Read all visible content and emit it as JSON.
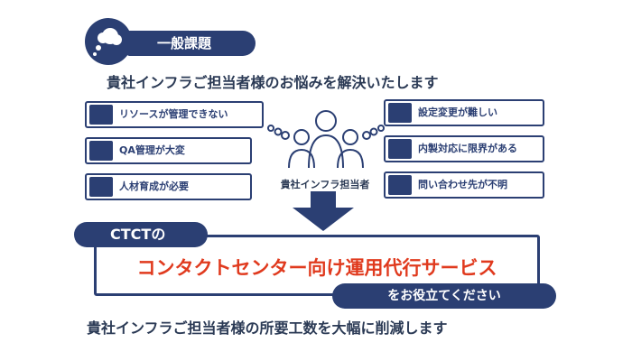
{
  "header": {
    "category_label": "一般課題",
    "headline": "貴社インフラご担当者様のお悩みを解決いたします"
  },
  "issues_left": [
    {
      "label": "リソースが管理できない",
      "icon": "desk-worker-icon"
    },
    {
      "label": "QA管理が大変",
      "icon": "worried-person-icon"
    },
    {
      "label": "人材育成が必要",
      "icon": "thinking-person-icon"
    }
  ],
  "issues_right": [
    {
      "label": "設定変更が難しい",
      "icon": "confused-person-icon"
    },
    {
      "label": "内製対応に限界がある",
      "icon": "tired-person-icon"
    },
    {
      "label": "問い合わせ先が不明",
      "icon": "crouching-person-icon"
    }
  ],
  "center": {
    "persona_label": "貴社インフラ担当者"
  },
  "solution": {
    "company": "CTCTの",
    "service": "コンタクトセンター向け運用代行サービス",
    "tagline": "をお役立てください",
    "conclusion": "貴社インフラご担当者様の所要工数を大幅に削減します"
  },
  "colors": {
    "navy": "#2b3f73",
    "accent_red": "#e03a1e",
    "text": "#2b3a55"
  }
}
